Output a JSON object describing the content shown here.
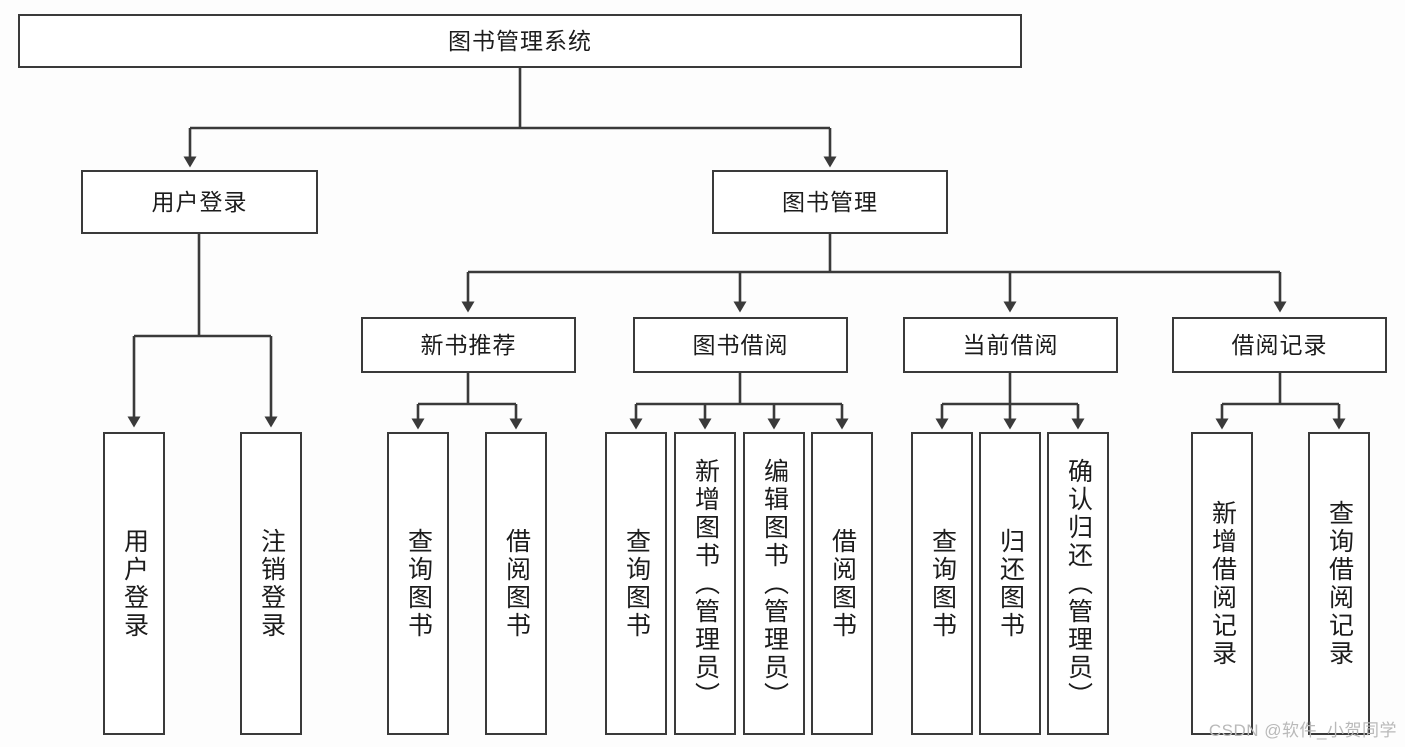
{
  "diagram": {
    "type": "hierarchy-tree",
    "title": "图书管理系统",
    "levels": 4,
    "colors": {
      "background": "#fdfdfd",
      "box_fill": "#ffffff",
      "box_border": "#3a3a3a",
      "connector": "#3a3a3a",
      "text": "#1c1c1c",
      "watermark": "#b9b9b9"
    },
    "nodes": {
      "root": {
        "label": "图书管理系统"
      },
      "level2": [
        {
          "label": "用户登录"
        },
        {
          "label": "图书管理"
        }
      ],
      "level3": [
        {
          "label": "新书推荐"
        },
        {
          "label": "图书借阅"
        },
        {
          "label": "当前借阅"
        },
        {
          "label": "借阅记录"
        }
      ],
      "leaves_user_login": [
        {
          "label": "用户登录"
        },
        {
          "label": "注销登录"
        }
      ],
      "leaves_new_book": [
        {
          "label": "查询图书"
        },
        {
          "label": "借阅图书"
        }
      ],
      "leaves_borrow": [
        {
          "label": "查询图书"
        },
        {
          "label": "新增图书（管理员）"
        },
        {
          "label": "编辑图书（管理员）"
        },
        {
          "label": "借阅图书"
        }
      ],
      "leaves_current": [
        {
          "label": "查询图书"
        },
        {
          "label": "归还图书"
        },
        {
          "label": "确认归还（管理员）"
        }
      ],
      "leaves_records": [
        {
          "label": "新增借阅记录"
        },
        {
          "label": "查询借阅记录"
        }
      ]
    },
    "watermark": "CSDN @软件_小贺同学"
  }
}
